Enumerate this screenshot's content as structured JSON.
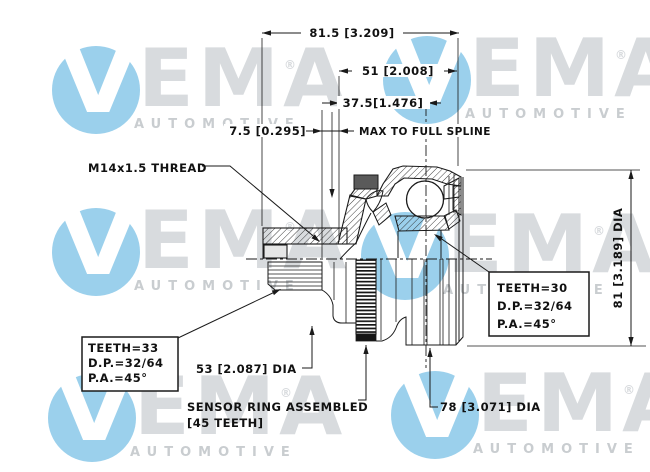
{
  "watermark": {
    "initial": "V",
    "rest": "EMA",
    "registered": "®",
    "tagline": "AUTOMOTIVE",
    "circle_color": "#9bd0ec",
    "letter_color": "#d8dbde",
    "tagline_color": "#c9cdd0"
  },
  "drawing": {
    "dimensions": {
      "overall_length": "81.5 [3.209]",
      "spline_to_face": "51 [2.008]",
      "shoulder_to_center": "37.5[1.476]",
      "spline_runout": "7.5 [0.295]",
      "max_to_full_spline": "MAX TO FULL SPLINE",
      "outer_diameter": "81 [3.189] DIA",
      "body_diameter": "78 [3.071] DIA",
      "seat_diameter": "53 [2.087] DIA"
    },
    "labels": {
      "thread": "M14x1.5 THREAD",
      "sensor_ring_line1": "SENSOR RING ASSEMBLED",
      "sensor_ring_line2": "[45 TEETH]"
    },
    "shaft_spline_box": {
      "teeth": "TEETH=33",
      "dp": "D.P.=32/64",
      "pa": "P.A.=45°"
    },
    "inner_race_spline_box": {
      "teeth": "TEETH=30",
      "dp": "D.P.=32/64",
      "pa": "P.A.=45°"
    }
  }
}
